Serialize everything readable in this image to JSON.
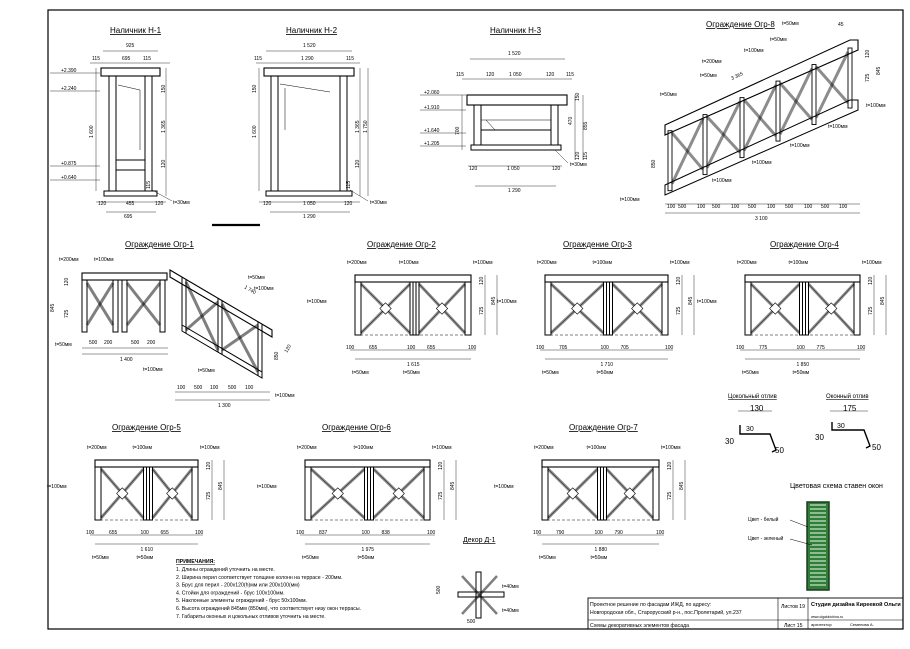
{
  "titles": {
    "n1": "Наличник Н-1",
    "n2": "Наличник Н-2",
    "n3": "Наличник Н-3",
    "o8": "Ограждение Огр-8",
    "o1": "Ограждение Огр-1",
    "o2": "Ограждение Огр-2",
    "o3": "Ограждение Огр-3",
    "o4": "Ограждение Огр-4",
    "o5": "Ограждение Огр-5",
    "o6": "Ограждение Огр-6",
    "o7": "Ограждение Огр-7",
    "d1": "Декор Д-1",
    "plinth": "Цокольный отлив",
    "window": "Оконный отлив",
    "color": "Цветовая схема ставен окон"
  },
  "n1": {
    "top": "925",
    "row": [
      "115",
      "695",
      "115"
    ],
    "h_total": "1 600",
    "h_in": "1 365",
    "levels": [
      "+2.390",
      "+2.240",
      "+0.875",
      "+0.640"
    ],
    "side": [
      "150",
      "120",
      "115"
    ],
    "bottom_row": [
      "120",
      "455",
      "120"
    ],
    "bottom": "695",
    "t": "t=30мм"
  },
  "n2": {
    "top": "1 520",
    "row": [
      "115",
      "1 290",
      "115"
    ],
    "h_total": "1 600",
    "h_in": "1 365",
    "h_out": "1 750",
    "side": [
      "150",
      "120",
      "115"
    ],
    "bottom_row": [
      "120",
      "1 050",
      "120"
    ],
    "bottom": "1 290",
    "t": "t=30мм"
  },
  "n3": {
    "top": "1 520",
    "row": [
      "115",
      "120",
      "1 050",
      "120",
      "115"
    ],
    "levels": [
      "+2.060",
      "+1.910",
      "+1.640",
      "+1.205"
    ],
    "side": [
      "150",
      "470",
      "855",
      "700",
      "120",
      "115"
    ],
    "bottom_row": [
      "120",
      "1 050",
      "120"
    ],
    "bottom": "1 290",
    "t": "t=30мм"
  },
  "o8": {
    "labels": [
      "t=50мм",
      "t=200мм",
      "t=50мм",
      "t=50мм",
      "t=100мм",
      "t=100мм",
      "t=100мм",
      "t=100мм",
      "t=50мм",
      "t=100мм",
      "t=100мм"
    ],
    "dims": [
      "3 365",
      "45",
      "120",
      "725",
      "845",
      "850"
    ],
    "bottom": [
      "100",
      "500",
      "100",
      "500",
      "100",
      "500",
      "100",
      "500",
      "100",
      "500",
      "100"
    ],
    "total": "3 100"
  },
  "o1": {
    "labels": [
      "t=200мм",
      "t=100мм",
      "t=50мм",
      "t=50мм",
      "t=100мм",
      "t=100мм",
      "t=50мм",
      "t=100мм"
    ],
    "side": [
      "845",
      "725",
      "120",
      "1 740",
      "850",
      "120"
    ],
    "bottom": [
      "500",
      "200",
      "500",
      "200"
    ],
    "total": "1 400",
    "stair": [
      "100",
      "500",
      "100",
      "500",
      "100"
    ],
    "stair_total": "1 300"
  },
  "o2": {
    "labels": [
      "t=200мм",
      "t=100мм",
      "t=100мм",
      "t=100мм",
      "t=50мм",
      "t=50мм"
    ],
    "bottom": [
      "100",
      "655",
      "100",
      "655",
      "100"
    ],
    "total": "1 615",
    "side": [
      "120",
      "725",
      "845"
    ]
  },
  "o3": {
    "labels": [
      "t=200мм",
      "t=100мм",
      "t=100мм",
      "t=100мм",
      "t=50мм",
      "t=50мм"
    ],
    "bottom": [
      "100",
      "705",
      "100",
      "705",
      "100"
    ],
    "total": "1 710",
    "side": [
      "120",
      "725",
      "845"
    ]
  },
  "o4": {
    "labels": [
      "t=200мм",
      "t=100мм",
      "t=100мм",
      "t=100мм",
      "t=50мм",
      "t=50мм"
    ],
    "bottom": [
      "100",
      "775",
      "100",
      "775",
      "100"
    ],
    "total": "1 850",
    "side": [
      "120",
      "725",
      "845"
    ]
  },
  "o5": {
    "labels": [
      "t=200мм",
      "t=100мм",
      "t=100мм",
      "t=100мм",
      "t=50мм",
      "t=50мм"
    ],
    "bottom": [
      "100",
      "655",
      "100",
      "655",
      "100"
    ],
    "total": "1 610",
    "side": [
      "120",
      "725",
      "845"
    ]
  },
  "o6": {
    "labels": [
      "t=200мм",
      "t=100мм",
      "t=100мм",
      "t=100мм",
      "t=50мм",
      "t=50мм"
    ],
    "bottom": [
      "100",
      "837",
      "100",
      "838",
      "100"
    ],
    "total": "1 975",
    "side": [
      "120",
      "725",
      "845"
    ]
  },
  "o7": {
    "labels": [
      "t=200мм",
      "t=100мм",
      "t=100мм",
      "t=100мм",
      "t=50мм",
      "t=50мм"
    ],
    "bottom": [
      "100",
      "790",
      "100",
      "790",
      "100"
    ],
    "total": "1 880",
    "side": [
      "120",
      "725",
      "845"
    ]
  },
  "plinth": {
    "w": "130",
    "a": "30",
    "b": "30",
    "c": "50"
  },
  "window": {
    "w": "175",
    "a": "30",
    "b": "30",
    "c": "50"
  },
  "d1": {
    "a": "500",
    "b": "500",
    "t1": "t=40мм",
    "t2": "t=40мм"
  },
  "color_scheme": {
    "white": "Цвет - белый",
    "green": "Цвет - зеленый",
    "green_hex": "#2f7d36",
    "frame_hex": "#1d3b1f"
  },
  "notes": {
    "head": "ПРИМЕЧАНИЯ:",
    "items": [
      "1. Длины ограждений уточнить на месте.",
      "2. Ширина перил соответствует толщине колонн на террасе - 200мм.",
      "3. Брус для перил - 200х120(h)мм или 200х100(мм)",
      "4. Стойки для ограждений - брус 100х100мм.",
      "5. Наклонные элементы ограждений - брус 50х100мм.",
      "6. Высота ограждений 845мм (850мм), что соответствует низу окон террасы.",
      "7. Габариты оконных и цокольных отливов уточнить на месте."
    ]
  },
  "title_block": {
    "project": "Проектное решение по фасадам ИЖД, по адресу:",
    "address": "Новгородская обл., Старорусский р-н., пос.Пролетарий, ул.237",
    "sheet_title": "Схемы декоративных элементов фасада",
    "sheets_label": "Листов 19",
    "sheet_label": "Лист 15",
    "studio": "Студия дизайна Киреевой Ольги",
    "site": "www.olgakirichina.ru",
    "role": "архитектор",
    "author": "Семенова А."
  }
}
